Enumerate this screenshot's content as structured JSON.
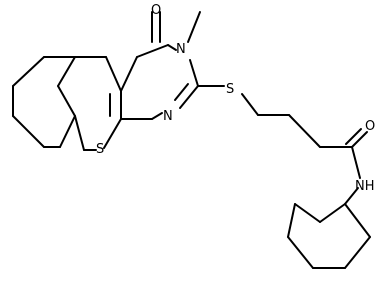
{
  "molecule": {
    "atoms": {
      "oxygen_carbonyl_ring": "O",
      "nitrogen_methyl": "N",
      "methyl_group": "",
      "sulfur_thioether": "S",
      "sulfur_thiophene": "S",
      "nitrogen_pyrimidine": "N",
      "oxygen_amide": "O",
      "nitrogen_amide": "NH"
    }
  }
}
